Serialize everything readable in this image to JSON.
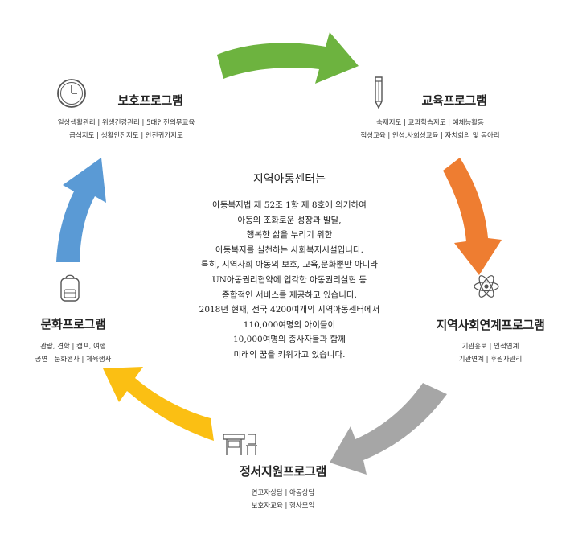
{
  "center": {
    "title": "지역아동센터는",
    "lines": [
      "아동복지법 제 52조 1항 제 8호에 의거하여",
      "아동의 조화로운 성장과 발달,",
      "행복한 삶을 누리기 위한",
      "아동복지를 실천하는 사회복지시설입니다.",
      "특히, 지역사회 아동의 보호, 교육,문화뿐만 아니라",
      "UN아동권리협약에 입각한 아동권리실현 등",
      "종합적인 서비스를 제공하고 있습니다.",
      "2018년 현재, 전국 4200여개의 지역아동센터에서",
      "110,000여명의 아이들이",
      "10,000여명의 종사자들과 함께",
      "미래의 꿈을 키워가고 있습니다."
    ]
  },
  "programs": {
    "protection": {
      "icon": "clock-icon",
      "title": "보호프로그램",
      "lines": [
        "일상생활관리 | 위생건강관리 | 5대안전의무교육",
        "급식지도 | 생활안전지도 | 안전귀가지도"
      ]
    },
    "education": {
      "icon": "pencil-icon",
      "title": "교육프로그램",
      "lines": [
        "숙제지도 | 교과학습지도 | 예체능활동",
        "적성교육 | 인성,사회성교육 | 자치회의 및 동아리"
      ]
    },
    "community": {
      "icon": "atom-icon",
      "title": "지역사회연계프로그램",
      "lines": [
        "기관홍보 | 인적연계",
        "기관연계 | 후원자관리"
      ]
    },
    "emotional": {
      "icon": "desk-chair-icon",
      "title": "정서지원프로그램",
      "lines": [
        "연고자상담 | 아동상담",
        "보호자교육 | 행사모임"
      ]
    },
    "culture": {
      "icon": "backpack-icon",
      "title": "문화프로그램",
      "lines": [
        "관람, 견학 | 캠프, 여행",
        "공연 | 문화행사 | 체육행사"
      ]
    }
  },
  "colors": {
    "green": "#6db33f",
    "orange": "#ee7d31",
    "gray": "#a6a6a6",
    "yellow": "#fbbf13",
    "blue": "#5a9ad5"
  }
}
